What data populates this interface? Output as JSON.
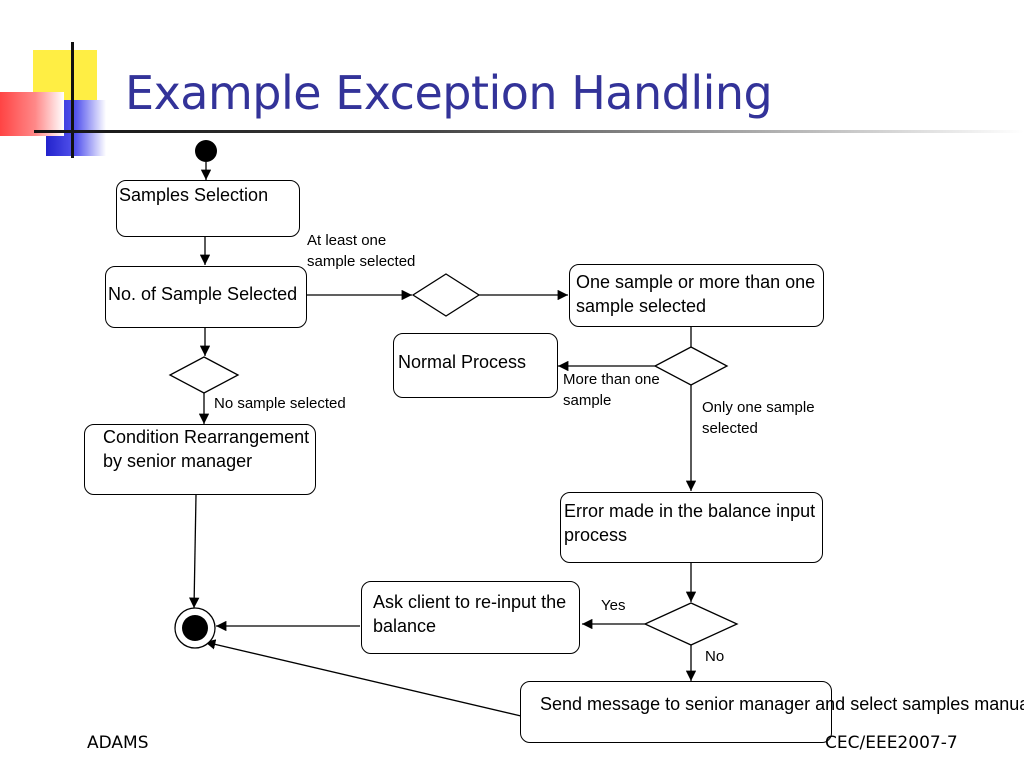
{
  "slide": {
    "title": "Example Exception Handling",
    "accent_color": "#333399",
    "footer_left": "ADAMS",
    "footer_right": "CEC/EEE2007-7"
  },
  "diagram": {
    "nodes": {
      "samples_selection": "Samples Selection",
      "no_of_sample_selected": "No. of Sample Selected",
      "condition_rearrangement": "Condition Rearrangement by senior manager",
      "one_or_more_selected": "One sample or more than one sample selected",
      "normal_process": "Normal Process",
      "error_balance_input": "Error made in the balance input process",
      "ask_client_reinput": "Ask client to re-input the balance",
      "send_message_senior": "Send message to senior manager and select samples manually"
    },
    "labels": {
      "at_least_one": "At least one sample selected",
      "no_sample": "No sample selected",
      "more_than_one": "More than one sample",
      "only_one": "Only one sample selected",
      "yes": "Yes",
      "no": "No"
    }
  }
}
